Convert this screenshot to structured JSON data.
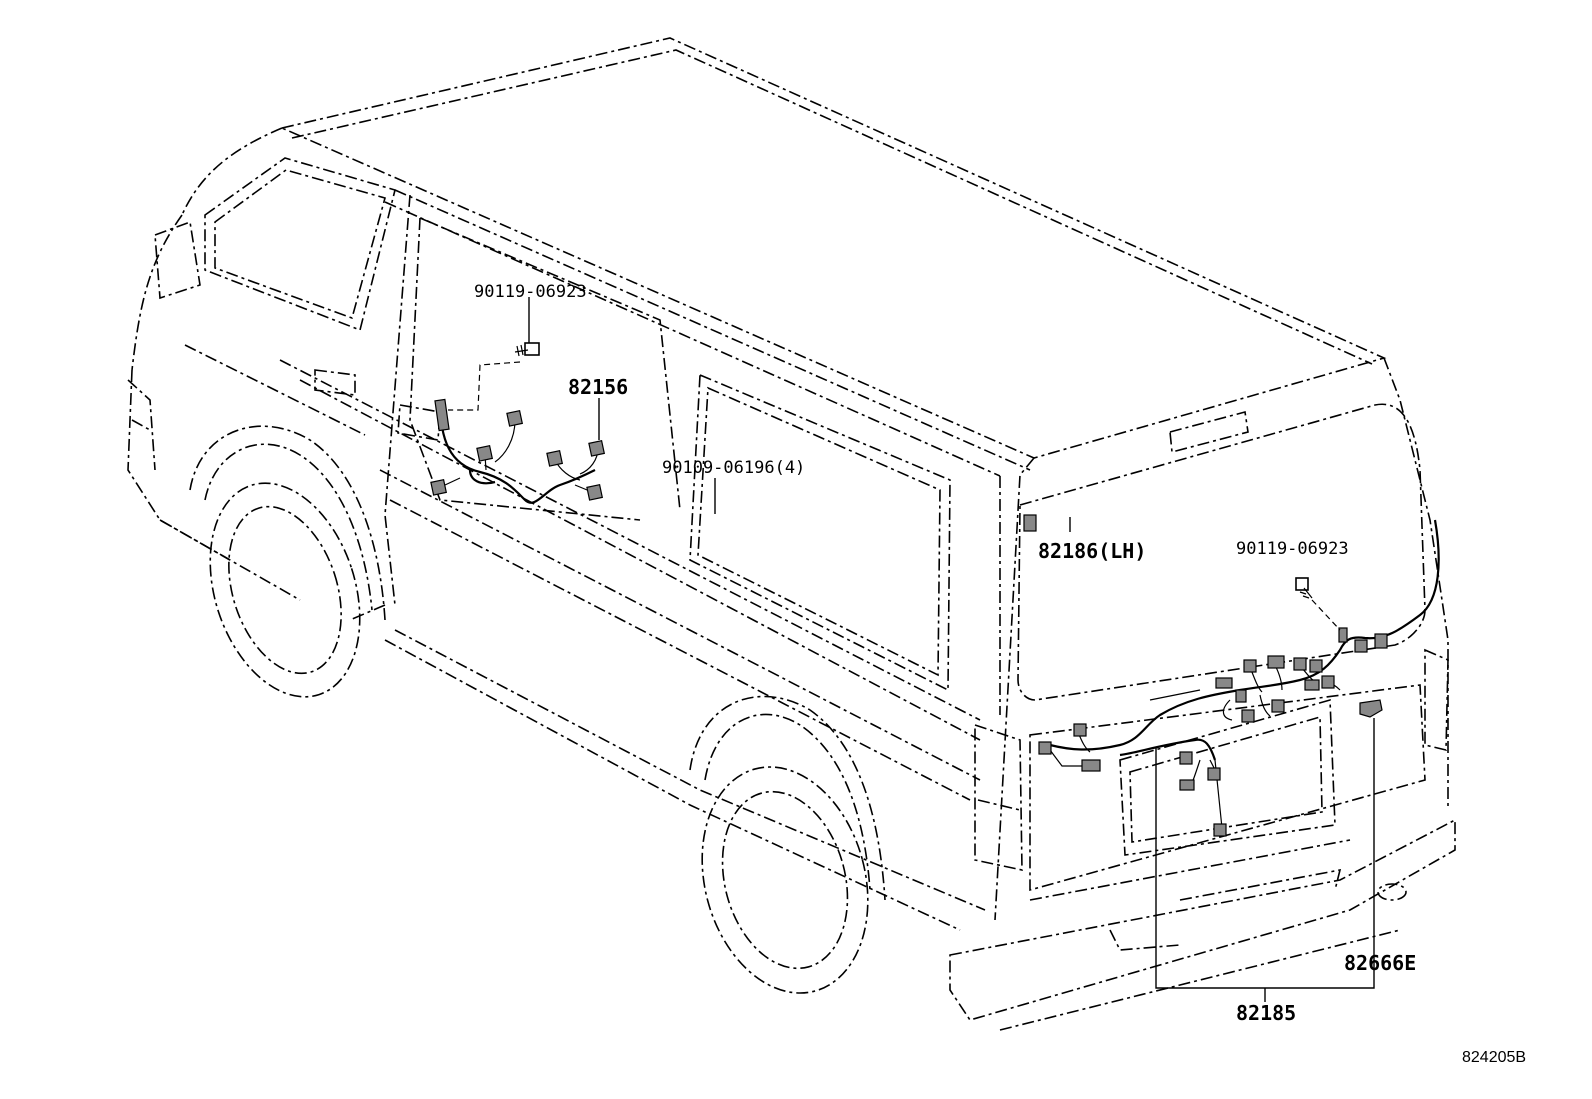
{
  "labels": {
    "bolt_side": "90119-06923",
    "harness_door": "82156",
    "clip": "90109-06196(4)",
    "harness_lh": "82186(LH)",
    "bolt_rear": "90119-06923",
    "protector": "82666E",
    "harness_main": "82185",
    "diagram_code": "824205B"
  }
}
